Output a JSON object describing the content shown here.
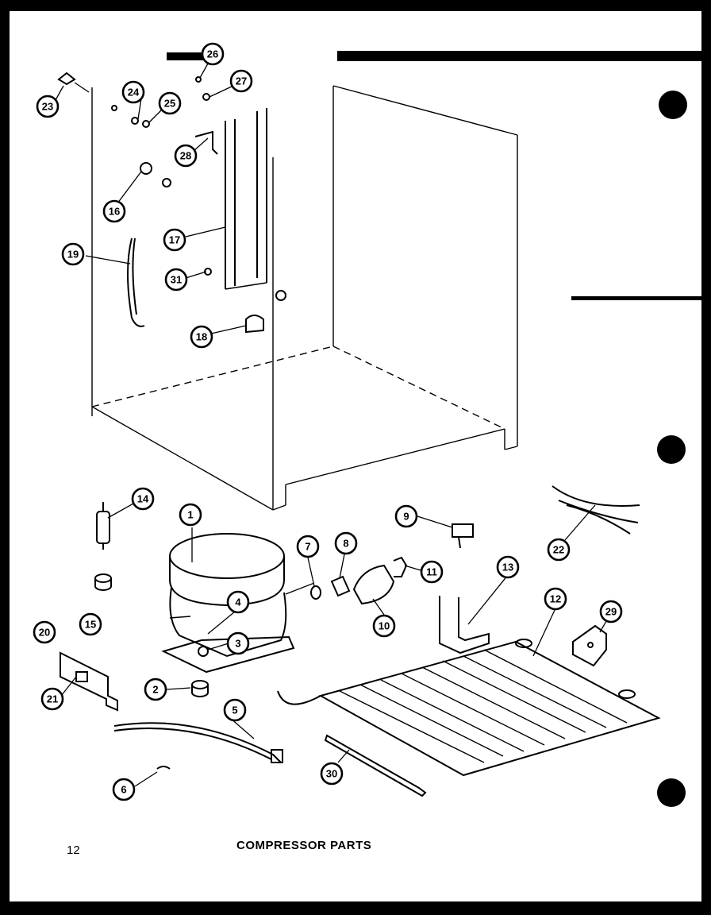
{
  "page": {
    "number": "12",
    "title": "COMPRESSOR PARTS"
  },
  "callouts": [
    {
      "id": "c23a",
      "label": "23"
    },
    {
      "id": "c24",
      "label": "24"
    },
    {
      "id": "c25",
      "label": "25"
    },
    {
      "id": "c26a",
      "label": "26"
    },
    {
      "id": "c27",
      "label": "27"
    },
    {
      "id": "c28",
      "label": "28"
    },
    {
      "id": "c16a",
      "label": "16"
    },
    {
      "id": "c17",
      "label": "17"
    },
    {
      "id": "c19",
      "label": "19"
    },
    {
      "id": "c31",
      "label": "31"
    },
    {
      "id": "c18",
      "label": "18"
    },
    {
      "id": "c14",
      "label": "14"
    },
    {
      "id": "c1",
      "label": "1"
    },
    {
      "id": "c15",
      "label": "15"
    },
    {
      "id": "c4",
      "label": "4"
    },
    {
      "id": "c3",
      "label": "3"
    },
    {
      "id": "c2",
      "label": "2"
    },
    {
      "id": "c20",
      "label": "20"
    },
    {
      "id": "c21",
      "label": "21"
    },
    {
      "id": "c5",
      "label": "5"
    },
    {
      "id": "c6",
      "label": "6"
    },
    {
      "id": "c7",
      "label": "7"
    },
    {
      "id": "c8",
      "label": "8"
    },
    {
      "id": "c9",
      "label": "9"
    },
    {
      "id": "c10",
      "label": "10"
    },
    {
      "id": "c11",
      "label": "11"
    },
    {
      "id": "c13",
      "label": "13"
    },
    {
      "id": "c12",
      "label": "12"
    },
    {
      "id": "c22",
      "label": "22"
    },
    {
      "id": "c29",
      "label": "29"
    },
    {
      "id": "c30",
      "label": "30"
    }
  ],
  "colors": {
    "ink": "#000000",
    "paper": "#ffffff",
    "scan_border": "#000000"
  }
}
